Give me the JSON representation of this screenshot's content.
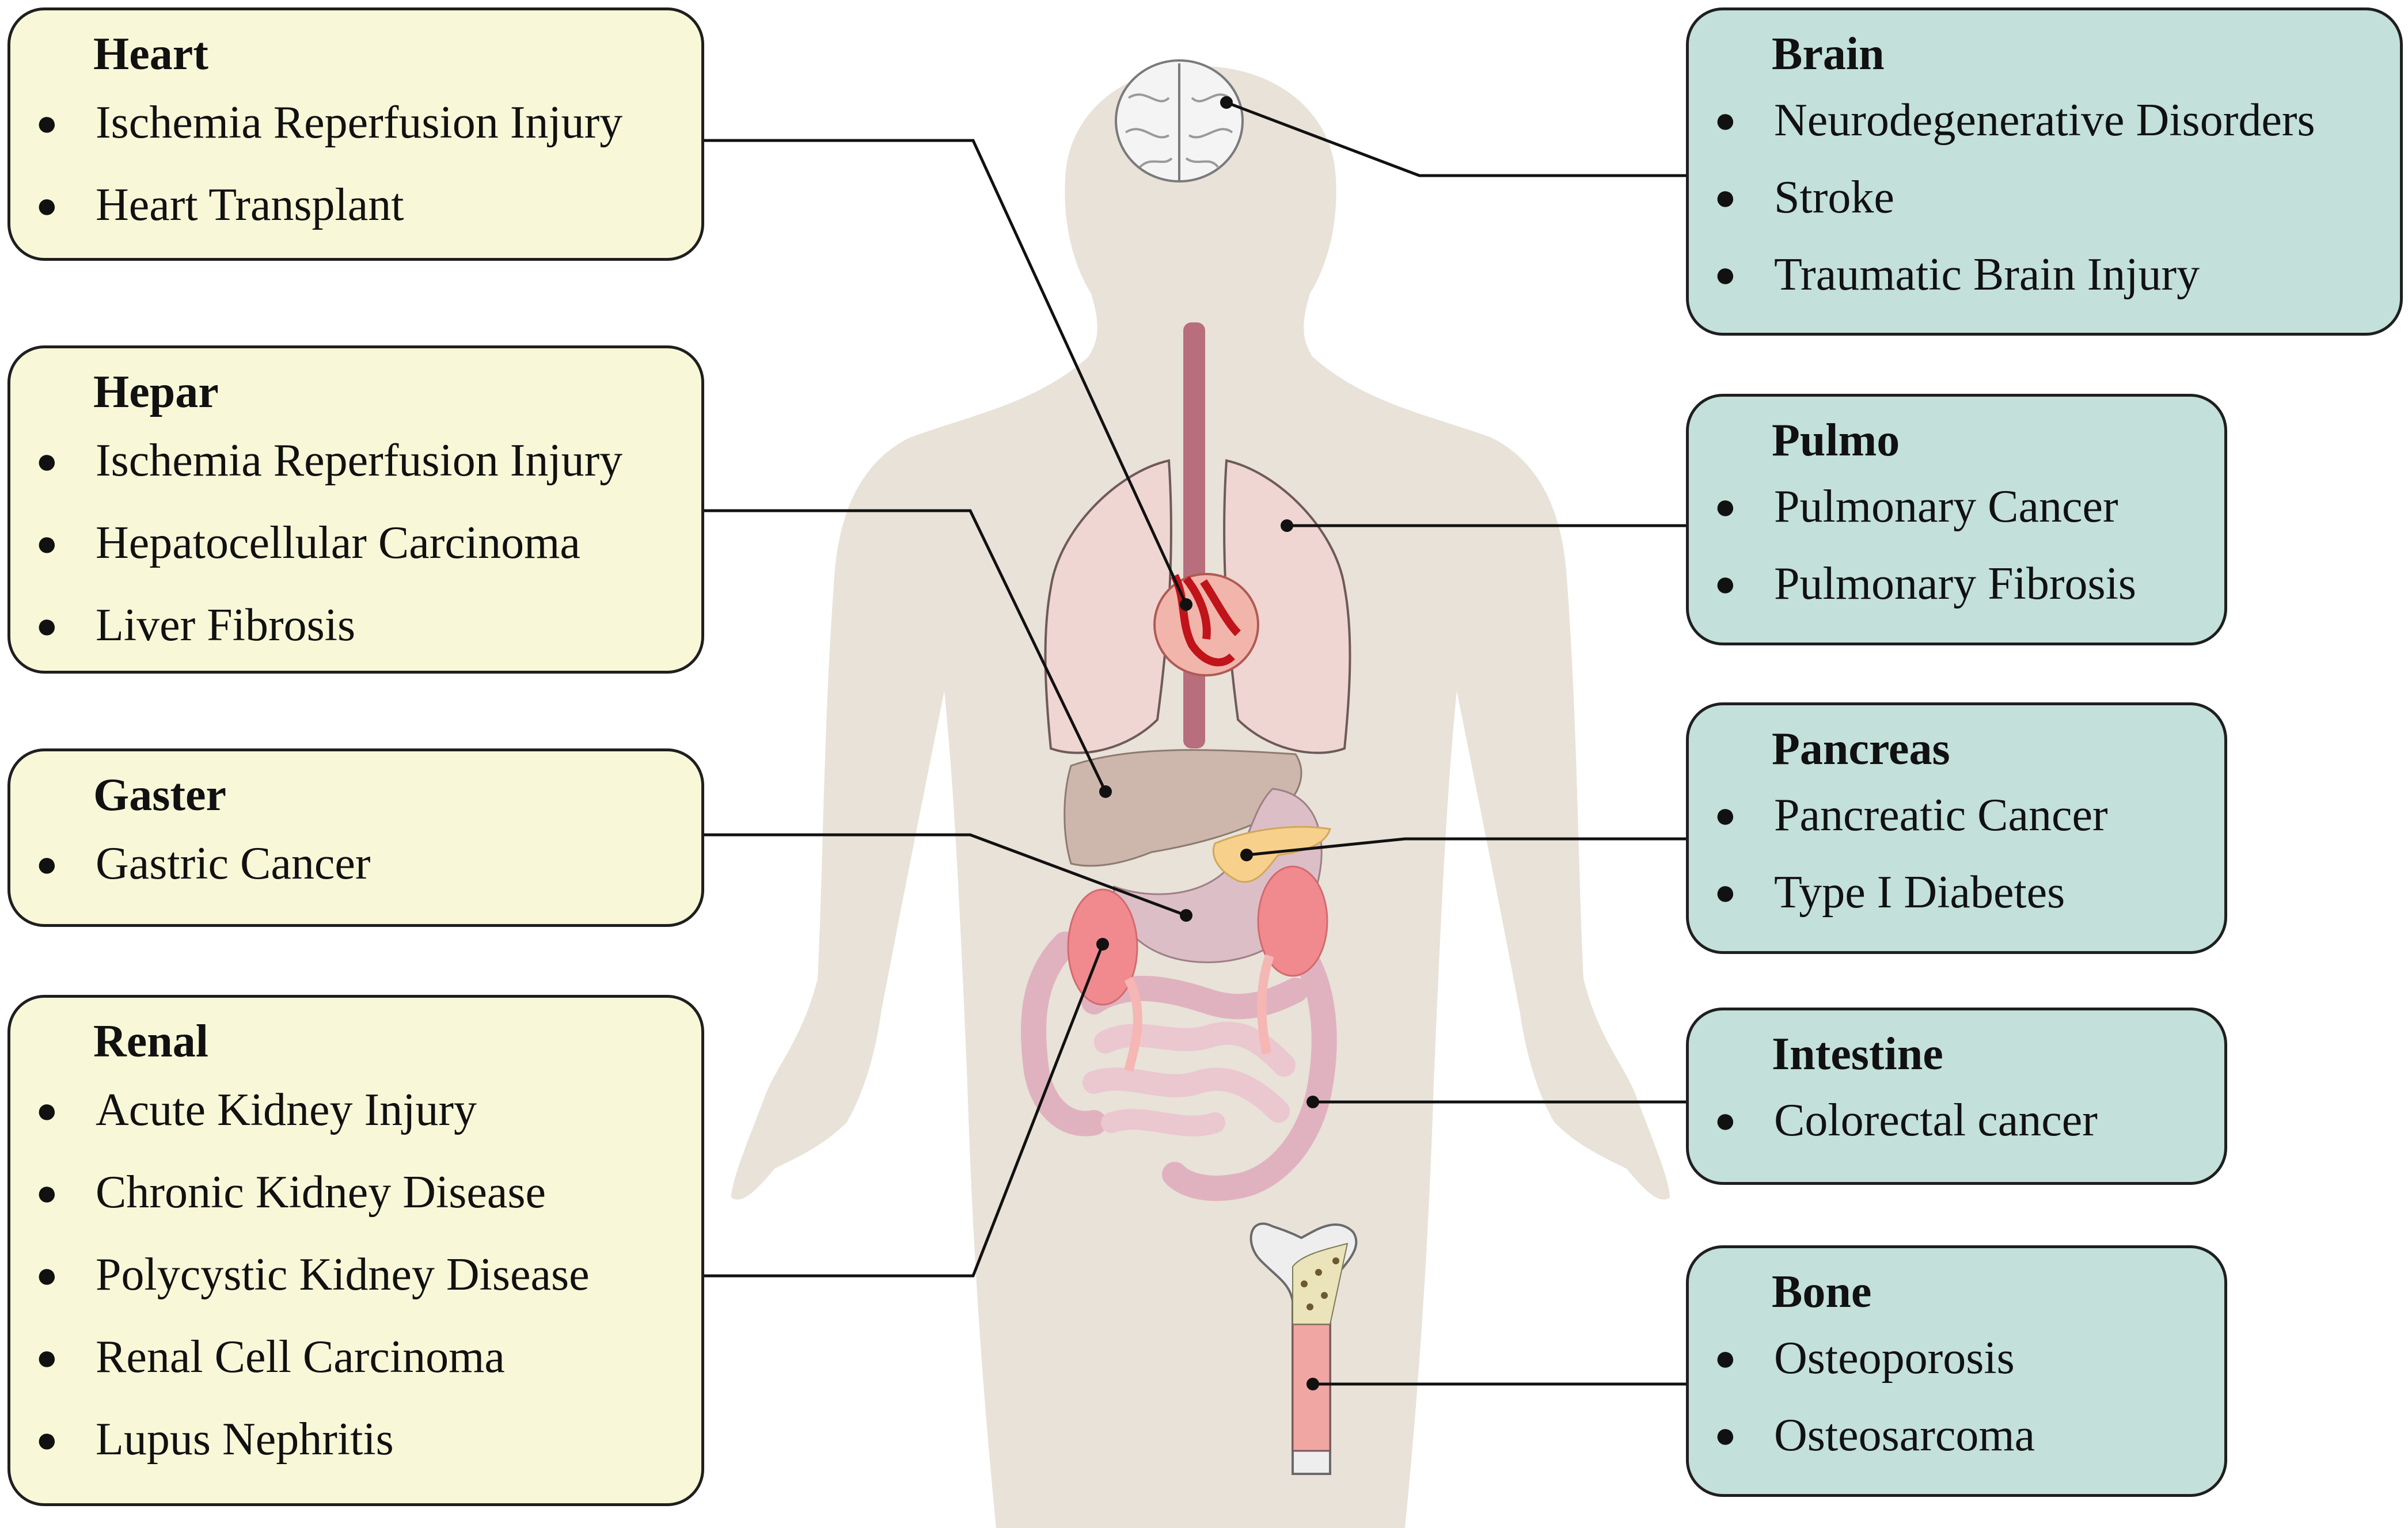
{
  "panels": {
    "heart": {
      "title": "Heart",
      "items": [
        "Ischemia Reperfusion Injury",
        "Heart Transplant"
      ]
    },
    "hepar": {
      "title": "Hepar",
      "items": [
        "Ischemia Reperfusion Injury",
        "Hepatocellular Carcinoma",
        "Liver Fibrosis"
      ]
    },
    "gaster": {
      "title": "Gaster",
      "items": [
        "Gastric Cancer"
      ]
    },
    "renal": {
      "title": "Renal",
      "items": [
        "Acute Kidney Injury",
        "Chronic Kidney Disease",
        "Polycystic Kidney Disease",
        "Renal Cell Carcinoma",
        "Lupus Nephritis"
      ]
    },
    "brain": {
      "title": "Brain",
      "items": [
        "Neurodegenerative Disorders",
        "Stroke",
        "Traumatic Brain Injury"
      ]
    },
    "pulmo": {
      "title": "Pulmo",
      "items": [
        "Pulmonary Cancer",
        "Pulmonary Fibrosis"
      ]
    },
    "pancreas": {
      "title": "Pancreas",
      "items": [
        "Pancreatic Cancer",
        "Type I Diabetes"
      ]
    },
    "intestine": {
      "title": "Intestine",
      "items": [
        "Colorectal cancer"
      ]
    },
    "bone": {
      "title": "Bone",
      "items": [
        "Osteoporosis",
        "Osteosarcoma"
      ]
    }
  },
  "colors": {
    "left_panel_bg": "#f8f7d8",
    "right_panel_bg": "#c3e0da",
    "body_silhouette": "#e8e2d8",
    "heart": "#e06a60",
    "lungs": "#f0d6d2",
    "liver": "#cdb7ac",
    "kidney": "#f08a8e",
    "pancreas": "#f7d18c",
    "intestine": "#e8b9c6",
    "esophagus": "#b86e7c"
  }
}
